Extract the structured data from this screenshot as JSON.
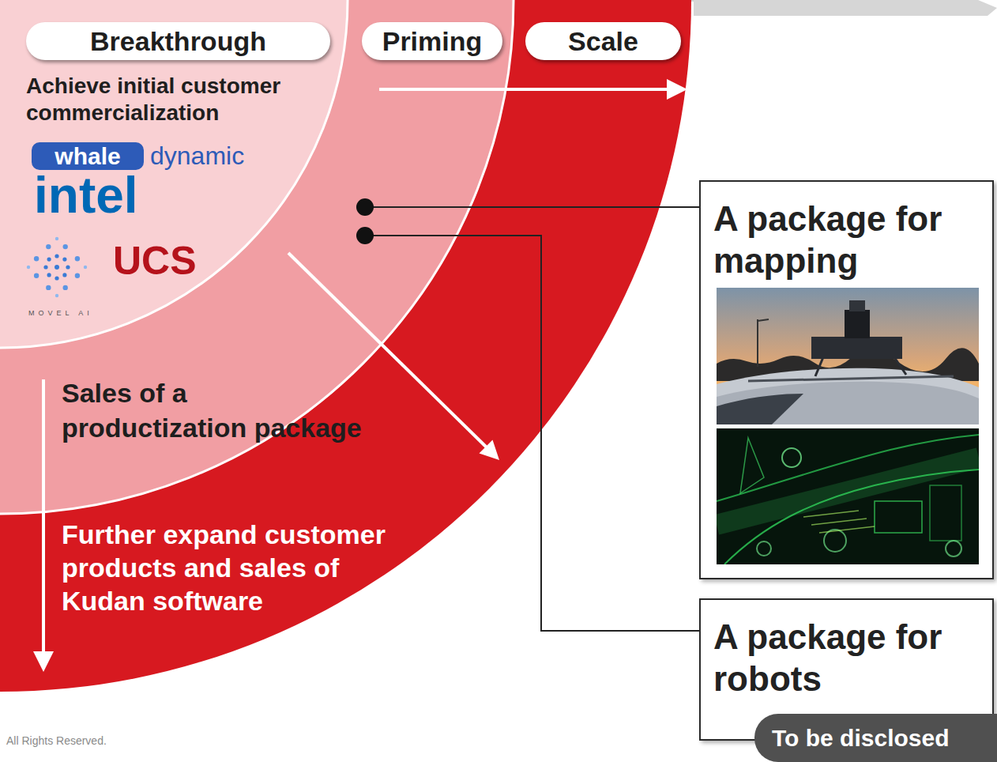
{
  "diagram": {
    "nodes": [
      {
        "text": [
          "Breakthrough"
        ]
      },
      {
        "text": [
          "Priming"
        ]
      },
      {
        "text": [
          "Scale"
        ]
      },
      {
        "text": [
          "A package for mapping"
        ]
      },
      {
        "text": [
          "A package for robots"
        ]
      },
      {
        "text": [
          "To be disclosed"
        ]
      }
    ],
    "labels": [
      "Achieve initial customer commercialization",
      "whale",
      "dynamic",
      "intel",
      "MOVEL AI",
      "UCS",
      "Sales of a productization package",
      "Further expand customer products and sales of Kudan software",
      "All Rights Reserved."
    ]
  }
}
